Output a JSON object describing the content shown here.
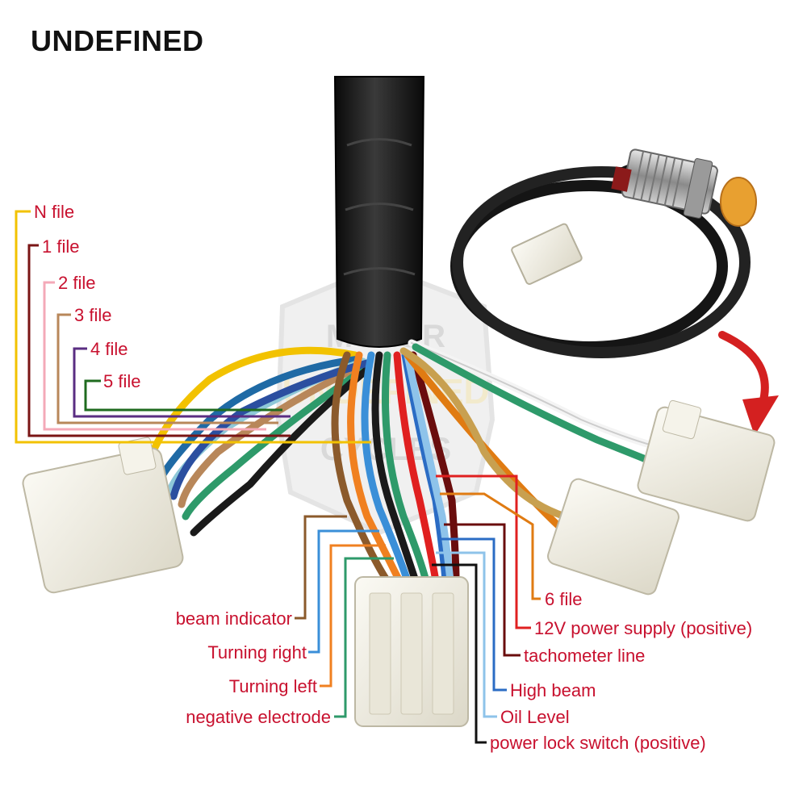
{
  "brand": "UNDEFINED",
  "watermark": {
    "line1": "MOTOR",
    "line2": "UNDEFINED",
    "line3": "CYCLES"
  },
  "labels": {
    "n_file": "N file",
    "file_1": "1 file",
    "file_2": "2 file",
    "file_3": "3 file",
    "file_4": "4 file",
    "file_5": "5 file",
    "file_6": "6 file",
    "power_12v": "12V power supply (positive)",
    "tachometer": "tachometer line",
    "high_beam": "High beam",
    "oil_level": "Oil Level",
    "power_lock": "power lock switch (positive)",
    "beam_indicator": "beam indicator",
    "turning_right": "Turning right",
    "turning_left": "Turning left",
    "negative_electrode": "negative electrode"
  },
  "colors": {
    "label_text": "#c8102e",
    "n_file": "#f2c200",
    "file_1": "#7a1515",
    "file_2": "#f4a9b8",
    "file_3": "#b8875a",
    "file_4": "#5a2d82",
    "file_5": "#1f6b1f",
    "file_6": "#e07b12",
    "power_12v": "#e02020",
    "tachometer": "#6a0d0d",
    "high_beam": "#2b6cc4",
    "oil_level": "#8ec3ea",
    "power_lock": "#111111",
    "beam_indicator": "#8b5a2b",
    "turning_right": "#3a8fd8",
    "turning_left": "#f08020",
    "negative_electrode": "#2e9a6a",
    "cable": "#151515",
    "connector": "#f2f0e6",
    "sensor_cap": "#e8a030",
    "arrow": "#d42020"
  }
}
